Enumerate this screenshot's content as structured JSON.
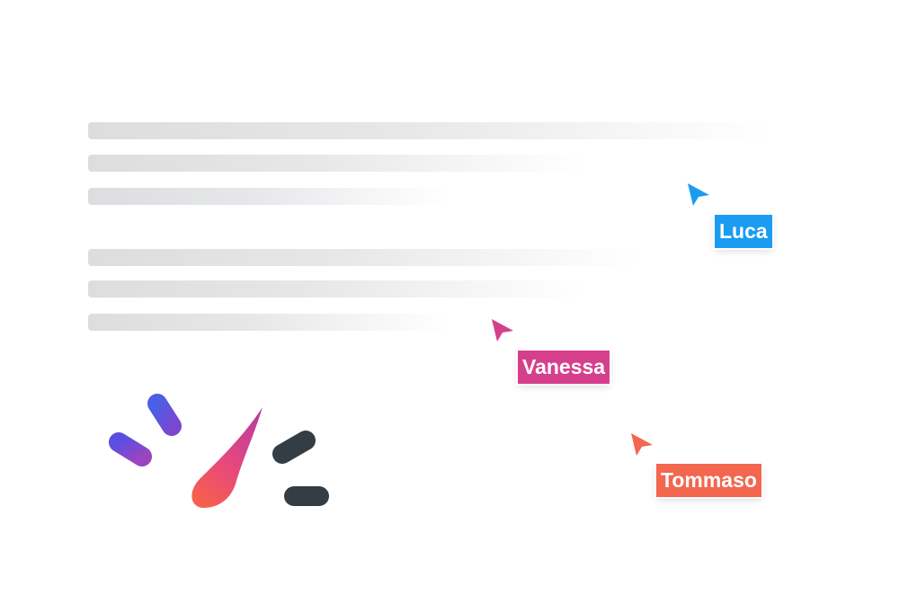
{
  "collaborators": [
    {
      "name": "Luca",
      "color": "#1a9cf0"
    },
    {
      "name": "Vanessa",
      "color": "#d63f8c"
    },
    {
      "name": "Tommaso",
      "color": "#f2674e"
    }
  ],
  "logo": {
    "icon": "speedometer-logo-icon",
    "gradient_start": "#5b4fe0",
    "gradient_end": "#f35a4f",
    "dark_tick_color": "#343c44"
  },
  "placeholder_lines": {
    "color": "#dcdddf"
  }
}
